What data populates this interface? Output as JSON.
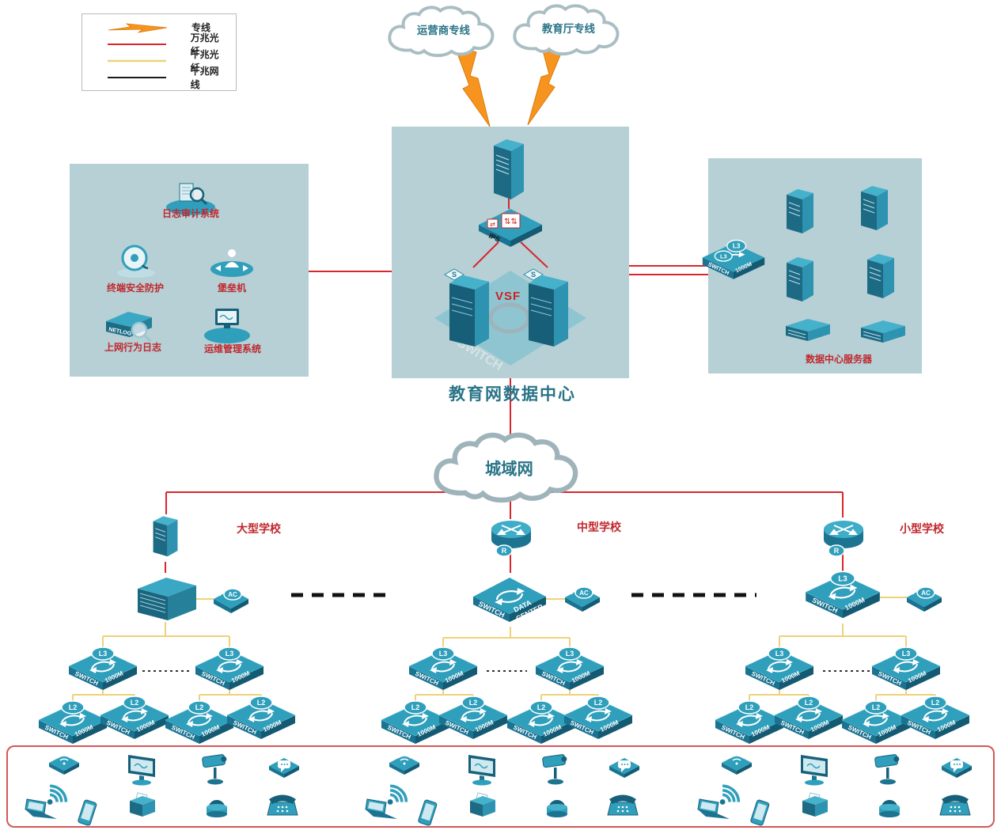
{
  "legend": {
    "items": [
      {
        "label": "专线"
      },
      {
        "label": "万兆光纤"
      },
      {
        "label": "千兆光纤"
      },
      {
        "label": "千兆网线"
      }
    ]
  },
  "clouds": {
    "carrier": "运营商专线",
    "education": "教育厅专线",
    "man": "城域网"
  },
  "datacenter": {
    "title": "教育网数据中心",
    "vsf": "VSF",
    "ips": "IPS",
    "switch_watermark": "SWITCH"
  },
  "security_zone": {
    "log_audit": "日志审计系统",
    "terminal_security": "终端安全防护",
    "bastion": "堡垒机",
    "netlog": "NETLOG",
    "net_behavior_log": "上网行为日志",
    "ops_mgmt": "运维管理系统"
  },
  "server_zone": {
    "title": "数据中心服务器"
  },
  "schools": {
    "large": "大型学校",
    "medium": "中型学校",
    "small": "小型学校"
  },
  "device_labels": {
    "switch": "SWITCH",
    "speed_1000m": "1000M",
    "l3": "L3",
    "l2": "L2",
    "ac": "AC",
    "r": "R",
    "data": "DATA",
    "center": "CENTER",
    "s": "S"
  },
  "colors": {
    "leased_line": "#f79420",
    "fiber_10g": "#d9262c",
    "fiber_1g": "#eed27a",
    "cable_1g": "#1a1a1a",
    "device_teal": "#2f9fbc",
    "zone_bg": "#b6d0d5"
  }
}
